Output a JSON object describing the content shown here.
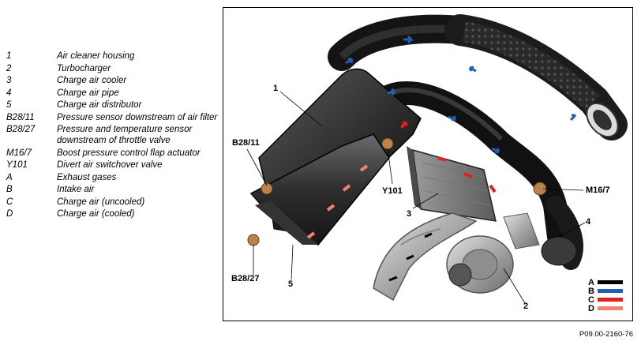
{
  "legend": [
    {
      "key": "1",
      "desc": "Air cleaner housing"
    },
    {
      "key": "2",
      "desc": "Turbocharger"
    },
    {
      "key": "3",
      "desc": "Charge air cooler"
    },
    {
      "key": "4",
      "desc": "Charge air pipe"
    },
    {
      "key": "5",
      "desc": "Charge air distributor"
    },
    {
      "key": "B28/11",
      "desc": "Pressure sensor downstream of air filter"
    },
    {
      "key": "B28/27",
      "desc": "Pressure and temperature sensor downstream of throttle valve"
    },
    {
      "key": "M16/7",
      "desc": "Boost pressure control flap actuator"
    },
    {
      "key": "Y101",
      "desc": "Divert air switchover valve"
    },
    {
      "key": "A",
      "desc": "Exhaust gases"
    },
    {
      "key": "B",
      "desc": "Intake air"
    },
    {
      "key": "C",
      "desc": "Charge air (uncooled)"
    },
    {
      "key": "D",
      "desc": "Charge air (cooled)"
    }
  ],
  "callouts": {
    "c1": "1",
    "c2": "2",
    "c3": "3",
    "c4": "4",
    "c5": "5",
    "b2811": "B28/11",
    "b2827": "B28/27",
    "m167": "M16/7",
    "y101": "Y101"
  },
  "flow_legend": [
    {
      "letter": "A",
      "color": "#000000"
    },
    {
      "letter": "B",
      "color": "#1f5fb4"
    },
    {
      "letter": "C",
      "color": "#e0201b"
    },
    {
      "letter": "D",
      "color": "#f08070"
    }
  ],
  "reference": "P09.00-2160-76"
}
